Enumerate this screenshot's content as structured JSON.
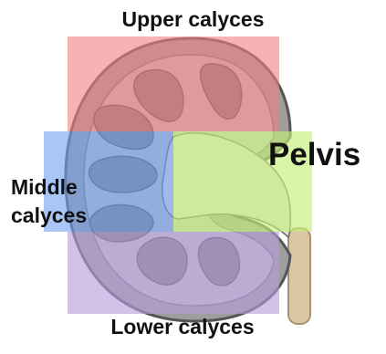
{
  "labels": {
    "upper": "Upper calyces",
    "middle": "Middle calyces",
    "lower": "Lower calyces",
    "pelvis": "Pelvis"
  },
  "colors": {
    "upper_region": "#f08080",
    "middle_region": "#6fa0f0",
    "lower_region": "#b39ddb",
    "pelvis_region": "#c5f07a",
    "kidney_outer": "#8d8d8d",
    "kidney_cortex": "#bdbdbd",
    "pyramid": "#7a7a7a",
    "ureter": "#d9c7a3"
  },
  "icons": [
    "kidney-diagram"
  ]
}
